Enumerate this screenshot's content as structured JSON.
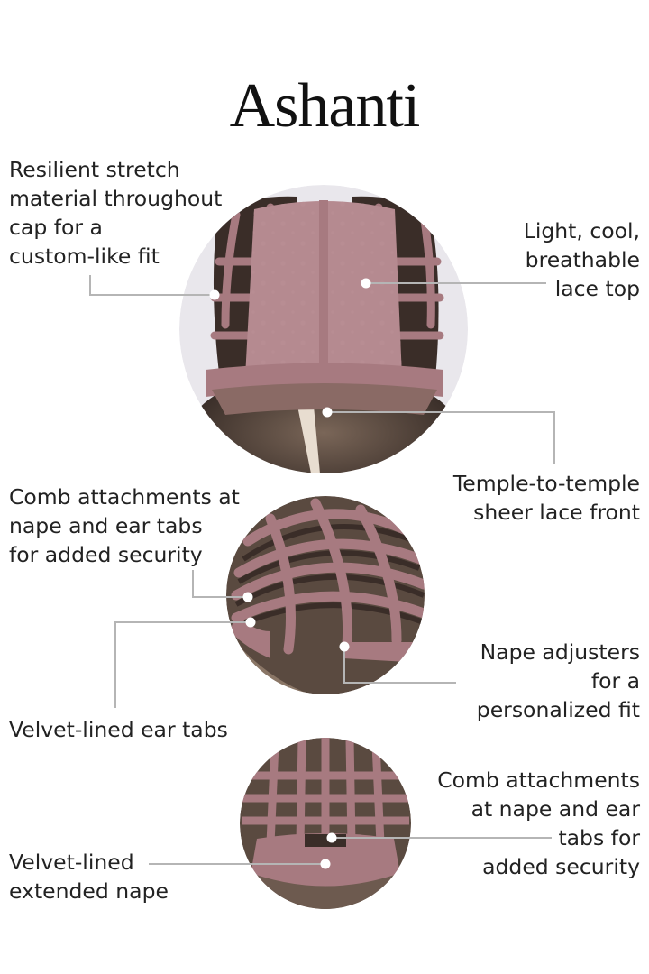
{
  "title": "Ashanti",
  "callouts": {
    "stretch_material": "Resilient stretch\nmaterial throughout\ncap for a\ncustom-like fit",
    "lace_top": "Light, cool,\nbreathable\nlace top",
    "lace_front": "Temple-to-temple\nsheer lace front",
    "comb_attachments_1": "Comb attachments at\nnape and ear tabs\nfor added security",
    "nape_adjusters": "Nape adjusters\nfor a\npersonalized fit",
    "ear_tabs": "Velvet-lined ear tabs",
    "comb_attachments_2": "Comb attachments\nat nape and ear\ntabs for\nadded security",
    "extended_nape": "Velvet-lined\nextended nape"
  },
  "colors": {
    "cap_mauve": "#a77a80",
    "cap_mauve_light": "#c49aa0",
    "hair_dark": "#3a2d28",
    "hair_mid": "#6d5a4f",
    "backdrop": "#e9e7ec",
    "leader_line": "#b5b5b5"
  }
}
